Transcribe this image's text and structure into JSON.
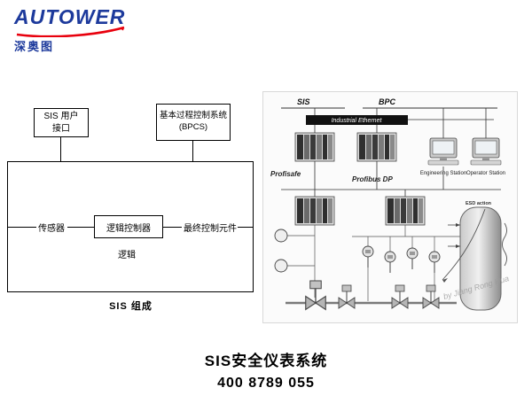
{
  "logo": {
    "brand": "AUTOWER",
    "sub": "深奥图"
  },
  "left_diagram": {
    "ui_box": {
      "line1": "SIS 用户",
      "line2": "接口"
    },
    "bpcs_box": {
      "line1": "基本过程控制系统",
      "line2": "(BPCS)"
    },
    "sensor_label": "传感器",
    "controller_label": "逻辑控制器",
    "final_label": "最终控制元件",
    "logic_label": "逻辑",
    "caption": "SIS 组成"
  },
  "right_diagram": {
    "sis": "SIS",
    "bpc": "BPC",
    "ethernet": "Industrial Ethernet",
    "profisafe": "Profisafe",
    "profibus": "Profibus DP",
    "engineering_station": "Engineering Station",
    "operator_station": "Operator Station",
    "esd": "ESD action",
    "watermark": "by Jiang Rong Hua"
  },
  "footer": {
    "title": "SIS安全仪表系统",
    "phone": "400 8789 055"
  },
  "colors": {
    "brand_blue": "#1d3a9c",
    "accent_red": "#e8000d"
  }
}
